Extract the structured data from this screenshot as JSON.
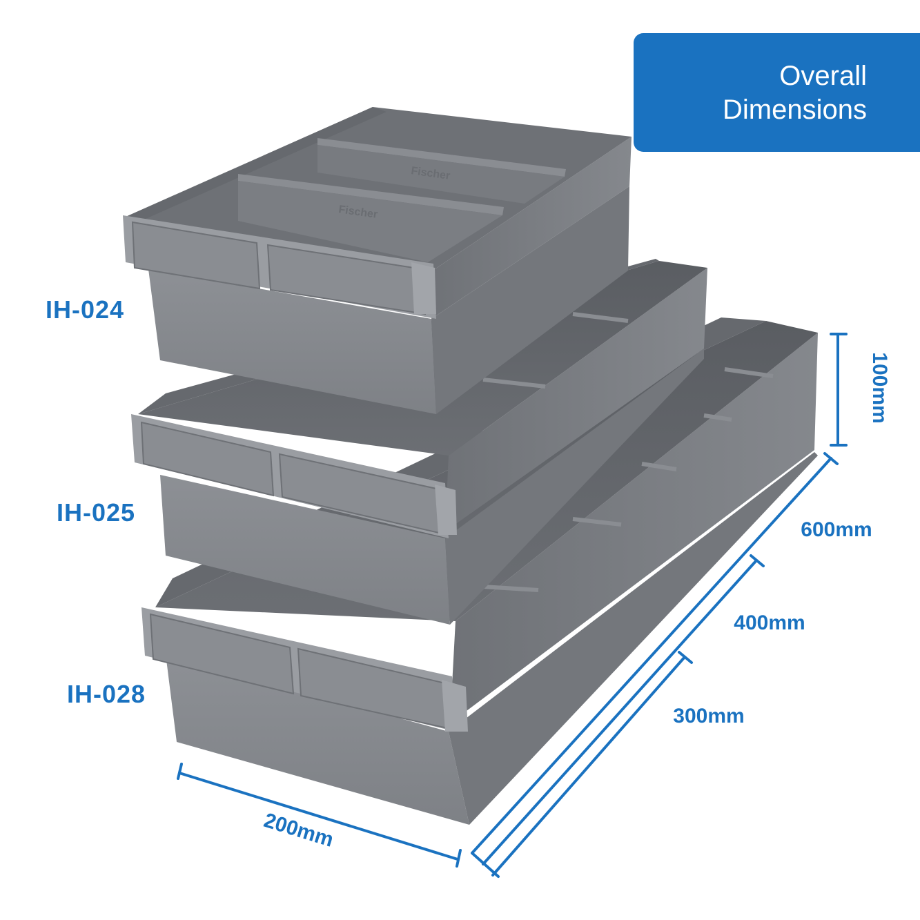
{
  "badge": {
    "line1": "Overall",
    "line2": "Dimensions"
  },
  "models": [
    {
      "label": "IH-024"
    },
    {
      "label": "IH-025"
    },
    {
      "label": "IH-028"
    }
  ],
  "dimensions": {
    "height": "100mm",
    "width": "200mm",
    "depth_600": "600mm",
    "depth_400": "400mm",
    "depth_300": "300mm"
  },
  "brand_mark": "Fischer",
  "colors": {
    "accent": "#1a72c0",
    "bin_light": "#8e9196",
    "bin_mid": "#7b7e83",
    "bin_dark": "#5c5f64",
    "background": "#ffffff"
  }
}
